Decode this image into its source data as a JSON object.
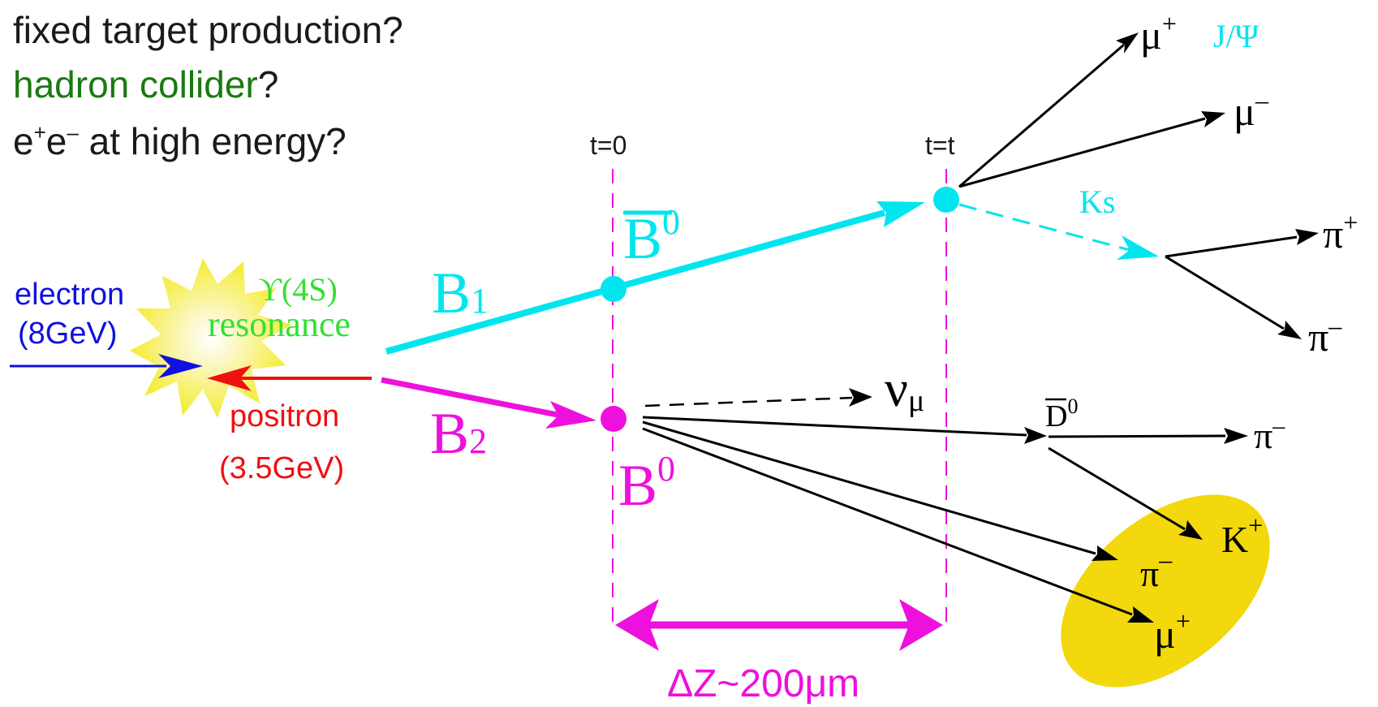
{
  "questions": {
    "line1": "fixed target production?",
    "line2_colored": "hadron collider",
    "line2_rest": "?",
    "line3_e": "e",
    "line3_plus": "+",
    "line3_e2": "e",
    "line3_minus": "–",
    "line3_rest": " at high energy?"
  },
  "beams": {
    "electron": "electron",
    "electron_energy": "(8GeV)",
    "positron": "positron",
    "positron_energy": "(3.5GeV)"
  },
  "resonance": {
    "upsilon": "ϒ(4S)",
    "label": "resonance"
  },
  "mesons": {
    "b1": "B",
    "b1_sub": "1",
    "b2": "B",
    "b2_sub": "2",
    "bbar0": "B",
    "bbar0_sup": "0",
    "b0": "B",
    "b0_sup": "0"
  },
  "times": {
    "t0": "t=0",
    "tt": "t=t"
  },
  "particles": {
    "mu_plus_top": "μ",
    "mu_plus_top_sup": "+",
    "jpsi": "J/Ψ",
    "mu_minus_top": "μ",
    "mu_minus_top_sup": "–",
    "ks": "Ks",
    "pi_plus": "π",
    "pi_plus_sup": "+",
    "pi_minus_top": "π",
    "pi_minus_top_sup": "–",
    "nu": "ν",
    "nu_sub": "μ",
    "dbar0": "D",
    "dbar0_sup": "0",
    "pi_minus_d": "π",
    "pi_minus_d_sup": "–",
    "k_plus": "K",
    "k_plus_sup": "+",
    "pi_minus_ellipse": "π",
    "pi_minus_ellipse_sup": "–",
    "mu_plus_ellipse": "μ",
    "mu_plus_ellipse_sup": "+"
  },
  "delta_z": "ΔZ~200μm",
  "colors": {
    "dark_text": "#1a1a1a",
    "green": "#1a7a10",
    "electron_blue": "#1010e0",
    "positron_red": "#f01010",
    "resonance_green": "#33e033",
    "cyan": "#00e5ee",
    "magenta": "#ee10dd",
    "tag_yellow": "#f2d80c",
    "star_yellow": "#f7f04a"
  }
}
